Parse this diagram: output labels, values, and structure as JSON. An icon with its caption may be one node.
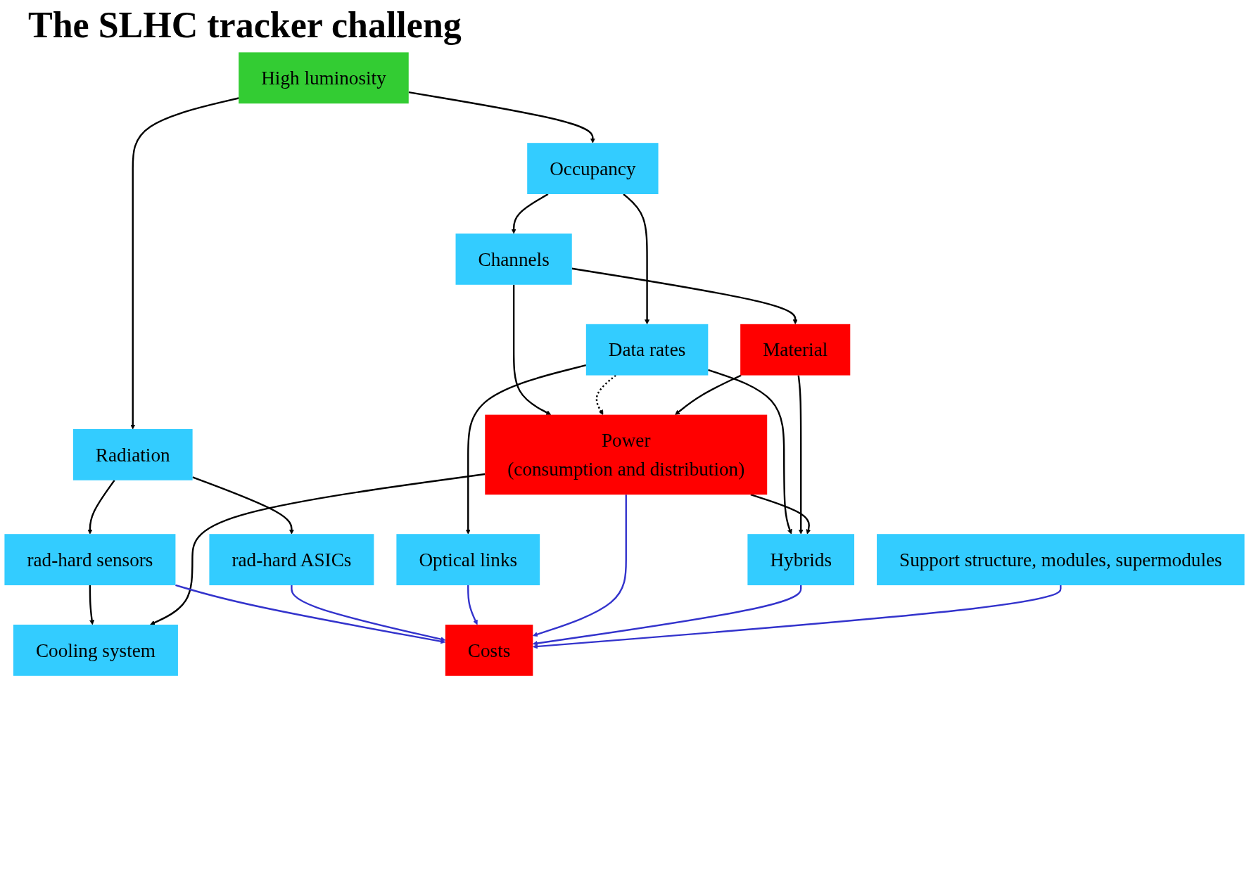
{
  "diagram": {
    "title": "The SLHC tracker challeng",
    "nodes": [
      {
        "text": [
          "High luminosity"
        ]
      },
      {
        "text": [
          "Occupancy"
        ]
      },
      {
        "text": [
          "Radiation"
        ]
      },
      {
        "text": [
          "Channels"
        ]
      },
      {
        "text": [
          "Data rates"
        ]
      },
      {
        "text": [
          "rad-hard sensors"
        ]
      },
      {
        "text": [
          "rad-hard ASICs"
        ]
      },
      {
        "text": [
          "Optical links"
        ]
      },
      {
        "text": [
          "Material"
        ]
      },
      {
        "text": [
          "Power",
          "(consumption and distribution)"
        ]
      },
      {
        "text": [
          "Cooling system"
        ]
      },
      {
        "text": [
          "Hybrids"
        ]
      },
      {
        "text": [
          "Costs"
        ]
      },
      {
        "text": [
          "Support structure, modules, supermodules"
        ]
      }
    ],
    "edges": [
      {
        "from": 0,
        "to": 1,
        "arrow": "to"
      },
      {
        "from": 0,
        "to": 2,
        "arrow": "to"
      },
      {
        "from": 1,
        "to": 3,
        "arrow": "to"
      },
      {
        "from": 1,
        "to": 4,
        "arrow": "to"
      },
      {
        "from": 2,
        "to": 5,
        "arrow": "to"
      },
      {
        "from": 2,
        "to": 6,
        "arrow": "to"
      },
      {
        "from": 4,
        "to": 7,
        "arrow": "to"
      },
      {
        "from": 3,
        "to": 8,
        "arrow": "to"
      },
      {
        "from": 3,
        "to": 9,
        "arrow": "to"
      },
      {
        "from": 4,
        "to": 9,
        "arrow": "to",
        "style": "dashed"
      },
      {
        "from": 4,
        "to": 11,
        "arrow": "to"
      },
      {
        "from": 5,
        "to": 10,
        "arrow": "to"
      },
      {
        "from": 8,
        "to": 9,
        "arrow": "to"
      },
      {
        "from": 9,
        "to": 10,
        "arrow": "to"
      },
      {
        "from": 8,
        "to": 11,
        "arrow": "to"
      },
      {
        "from": 9,
        "to": 11,
        "arrow": "to"
      },
      {
        "from": 5,
        "to": 12,
        "arrow": "to",
        "color": "#3333cc"
      },
      {
        "from": 6,
        "to": 12,
        "arrow": "to",
        "color": "#3333cc"
      },
      {
        "from": 7,
        "to": 12,
        "arrow": "to",
        "color": "#3333cc"
      },
      {
        "from": 9,
        "to": 12,
        "arrow": "to",
        "color": "#3333cc"
      },
      {
        "from": 11,
        "to": 12,
        "arrow": "to",
        "color": "#3333cc"
      },
      {
        "from": 13,
        "to": 12,
        "arrow": "to",
        "color": "#3333cc"
      }
    ]
  }
}
